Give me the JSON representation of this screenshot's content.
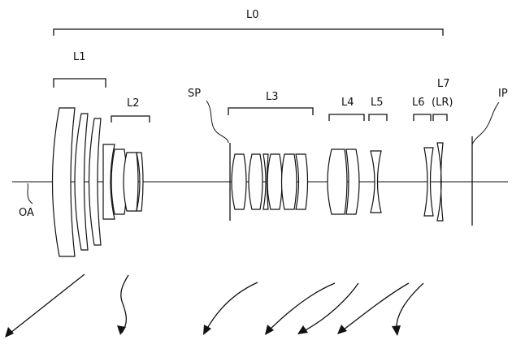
{
  "labels": {
    "l0": "L0",
    "l1": "L1",
    "l2": "L2",
    "sp": "SP",
    "l3": "L3",
    "l4": "L4",
    "l5": "L5",
    "l6": "L6",
    "l7": "L7",
    "lr": "(LR)",
    "ip": "IP",
    "oa": "OA"
  },
  "colors": {
    "line": "#111111",
    "background": "#ffffff"
  }
}
